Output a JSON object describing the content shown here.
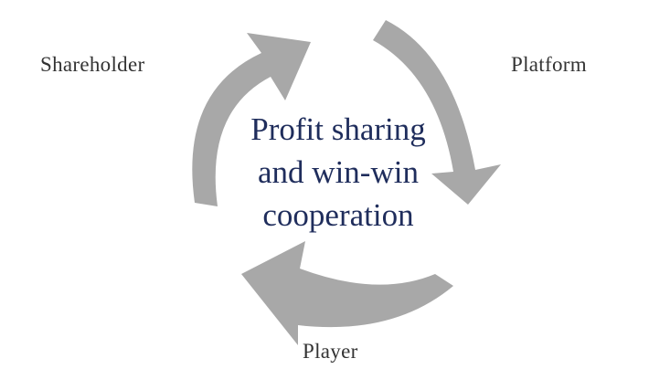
{
  "diagram": {
    "nodes": {
      "shareholder": "Shareholder",
      "platform": "Platform",
      "player": "Player"
    },
    "center": {
      "lines": [
        "Profit sharing",
        "and win-win",
        "cooperation"
      ]
    },
    "colors": {
      "arrow": "#a8a8a8",
      "center_text": "#1f2d5c",
      "node_text": "#333333",
      "background": "#ffffff"
    },
    "flow": [
      "Shareholder",
      "Platform",
      "Player",
      "Shareholder"
    ]
  }
}
